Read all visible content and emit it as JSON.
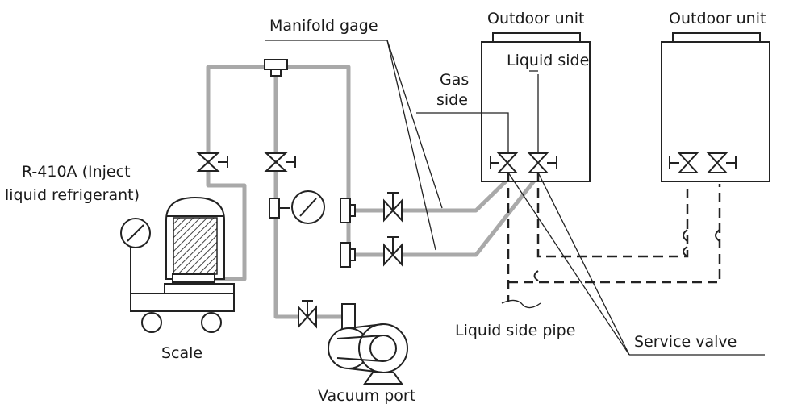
{
  "labels": {
    "manifold_gage": "Manifold gage",
    "outdoor_unit_1": "Outdoor unit",
    "outdoor_unit_2": "Outdoor unit",
    "liquid_side": "Liquid side",
    "gas_side_line1": "Gas",
    "gas_side_line2": "side",
    "refrigerant_line1": "R-410A (Inject",
    "refrigerant_line2": "liquid refrigerant)",
    "scale": "Scale",
    "vacuum_port": "Vacuum port",
    "liquid_side_pipe": "Liquid side pipe",
    "service_valve": "Service valve"
  }
}
